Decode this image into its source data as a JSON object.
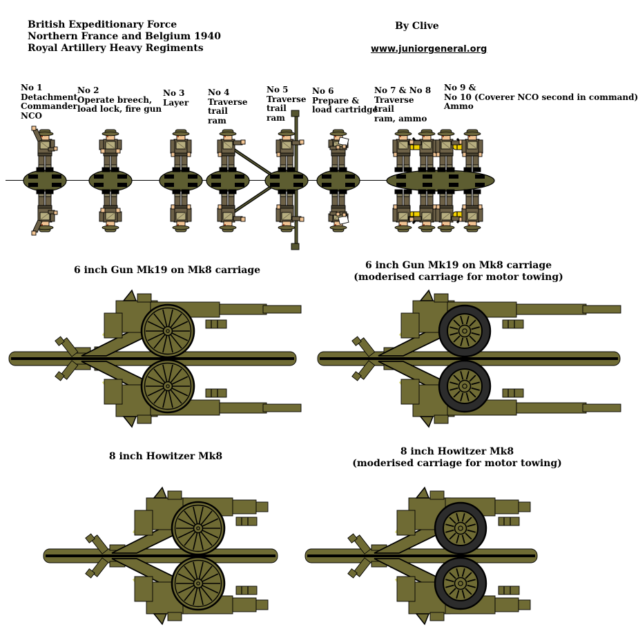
{
  "page": {
    "title_lines": [
      "British Expeditionary Force",
      "Northern France and Belgium 1940",
      "Royal Artillery Heavy Regiments"
    ],
    "byline": "By Clive",
    "website": "www.juniorgeneral.org"
  },
  "crew": {
    "labels": [
      {
        "id": "no-1",
        "lines": [
          "No 1",
          "Detachment",
          "Commander",
          "NCO"
        ]
      },
      {
        "id": "no-2",
        "lines": [
          "No 2",
          "Operate breech,",
          "load lock, fire gun"
        ]
      },
      {
        "id": "no-3",
        "lines": [
          "No 3",
          "Layer"
        ]
      },
      {
        "id": "no-4",
        "lines": [
          "No 4",
          "Traverse",
          "trail",
          "ram"
        ]
      },
      {
        "id": "no-5",
        "lines": [
          "No 5",
          "Traverse",
          "trail",
          "ram"
        ]
      },
      {
        "id": "no-6",
        "lines": [
          "No 6",
          "Prepare &",
          "load cartridge"
        ]
      },
      {
        "id": "no-7-and-8",
        "lines": [
          "No 7 & No 8",
          "Traverse",
          "trail",
          "ram, ammo"
        ]
      },
      {
        "id": "no-9-and-10",
        "lines": [
          "No 9 &",
          "No 10 (Coverer NCO second in command)",
          "Ammo"
        ]
      }
    ],
    "figures": [
      {
        "name": "soldier-no1-detachment-commander-nco",
        "pose": "arm-raised-signalling"
      },
      {
        "name": "soldier-no2-breech-operator",
        "pose": "standing-fists-at-waist"
      },
      {
        "name": "soldier-no3-layer",
        "pose": "standing"
      },
      {
        "name": "soldier-no4-trail-ram",
        "pose": "holding-angled-ram-pole"
      },
      {
        "name": "soldier-no5-trail-ram",
        "pose": "holding-vertical-ram-pole"
      },
      {
        "name": "soldier-no6-cartridge-loader",
        "pose": "holding-white-cartridge"
      },
      {
        "name": "soldier-group-no7-to-no10-ammo",
        "pose": "four-soldiers-carrying-yellow-shells"
      }
    ]
  },
  "guns": [
    {
      "name": "gun-6inch-mk19-mk8-carriage",
      "title_lines": [
        "6 inch Gun Mk19 on Mk8 carriage"
      ],
      "wheel": "spoked",
      "barrel": "long"
    },
    {
      "name": "gun-6inch-mk19-mk8-carriage-motor-towing",
      "title_lines": [
        "6 inch Gun Mk19 on Mk8 carriage",
        "(moderised carriage for motor towing)"
      ],
      "wheel": "rubber-tires",
      "barrel": "long"
    },
    {
      "name": "howitzer-8inch-mk8",
      "title_lines": [
        "8 inch Howitzer Mk8"
      ],
      "wheel": "spoked",
      "barrel": "short"
    },
    {
      "name": "howitzer-8inch-mk8-motor-towing",
      "title_lines": [
        "8 inch Howitzer Mk8",
        "(moderised carriage for motor towing)"
      ],
      "wheel": "rubber-tires",
      "barrel": "short"
    }
  ],
  "colors": {
    "background": "#ffffff",
    "text": "#000000",
    "outline": "#000000",
    "uniform": "#6d6147",
    "webbing": "#b6ad7f",
    "helmet": "#6c663a",
    "skin": "#f2c493",
    "hair": "#9c4e2a",
    "boots": "#000000",
    "base": "#5d5d31",
    "gun_olive": "#6f6b34",
    "tire": "#2c2c2c",
    "shell_yellow": "#f2d000",
    "trail_marks": "#d9d977",
    "ram_pole": "#565630",
    "cartridge_paper": "#ffffff"
  }
}
